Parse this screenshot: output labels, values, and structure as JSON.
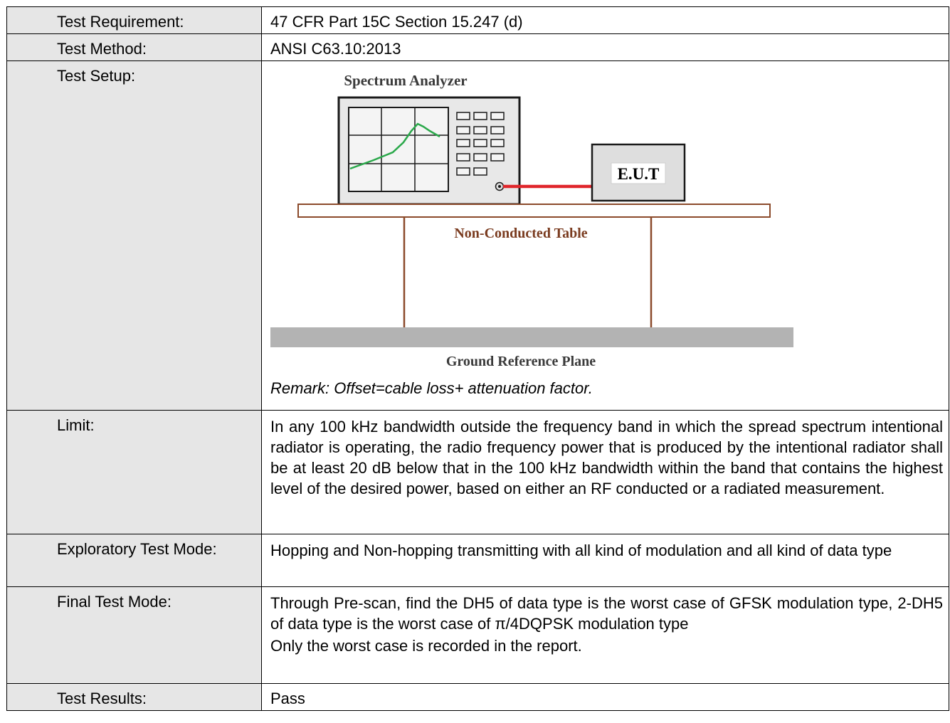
{
  "rows": [
    {
      "label": "Test Requirement:",
      "value": "47 CFR Part 15C Section 15.247 (d)"
    },
    {
      "label": "Test Method:",
      "value": "ANSI C63.10:2013"
    },
    {
      "label": "Test Setup:"
    },
    {
      "label": "Limit:",
      "value": "In any 100 kHz bandwidth outside the frequency band in which the spread spectrum intentional radiator is operating, the radio frequency power that is produced by the intentional radiator shall be at least 20 dB below that in the 100 kHz bandwidth within the band that contains the highest level of the desired power, based on either an RF conducted or a radiated measurement."
    },
    {
      "label": "Exploratory Test Mode:",
      "value": "Hopping and Non-hopping transmitting with all kind of modulation and all kind of data type"
    },
    {
      "label": "Final Test Mode:",
      "value": "Through Pre-scan, find the DH5 of data type is the worst case of GFSK modulation type, 2-DH5 of data type is the worst case of π/4DQPSK modulation type",
      "value2": "Only the worst case is recorded in the report."
    },
    {
      "label": "Test Results:",
      "value": "Pass"
    }
  ],
  "setup_diagram": {
    "analyzer_label": "Spectrum Analyzer",
    "eut_label": "E.U.T",
    "table_label": "Non-Conducted Table",
    "ground_label": "Ground Reference Plane",
    "remark": "Remark: Offset=cable loss+ attenuation factor.",
    "colors": {
      "trace": "#2aa84a",
      "cable": "#e0262b",
      "table_line": "#8b4a2b",
      "ground": "#b3b3b3",
      "label_brown": "#7a3b1f"
    }
  }
}
